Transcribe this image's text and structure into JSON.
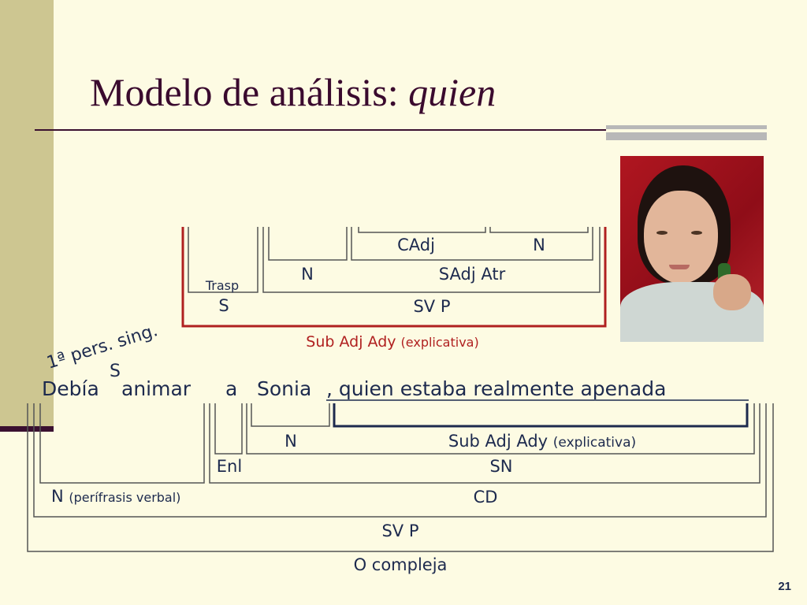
{
  "slide": {
    "title_main": "Modelo de análisis: ",
    "title_italic": "quien",
    "page_number": "21"
  },
  "sentence": {
    "w1": "Debía",
    "w2": "animar",
    "w3": "a",
    "w4": "Sonia",
    "w5": ", quien estaba realmente apenada"
  },
  "annotation": {
    "person": "1ª pers. sing.",
    "subject": "S"
  },
  "upper": {
    "cadj": "CAdj",
    "n_right": "N",
    "n_left": "N",
    "sadj_atr": "SAdj Atr",
    "trasp": "Trasp",
    "s": "S",
    "sv_p": "SV P",
    "sub_adj": "Sub Adj Ady ",
    "sub_adj_note": "(explicativa)"
  },
  "lower": {
    "n_sonia": "N",
    "sub_adj": "Sub Adj Ady ",
    "sub_adj_note": "(explicativa)",
    "enl": "Enl",
    "sn": "SN",
    "n_perifrasis": "N ",
    "n_perifrasis_note": "(perífrasis verbal)",
    "cd": "CD",
    "sv_p": "SV P",
    "o_compleja": "O compleja"
  },
  "colors": {
    "sidebar": "#cdc691",
    "title": "#3a0a2e",
    "text": "#1d2a4e",
    "bracket_highlight": "#b02020"
  }
}
